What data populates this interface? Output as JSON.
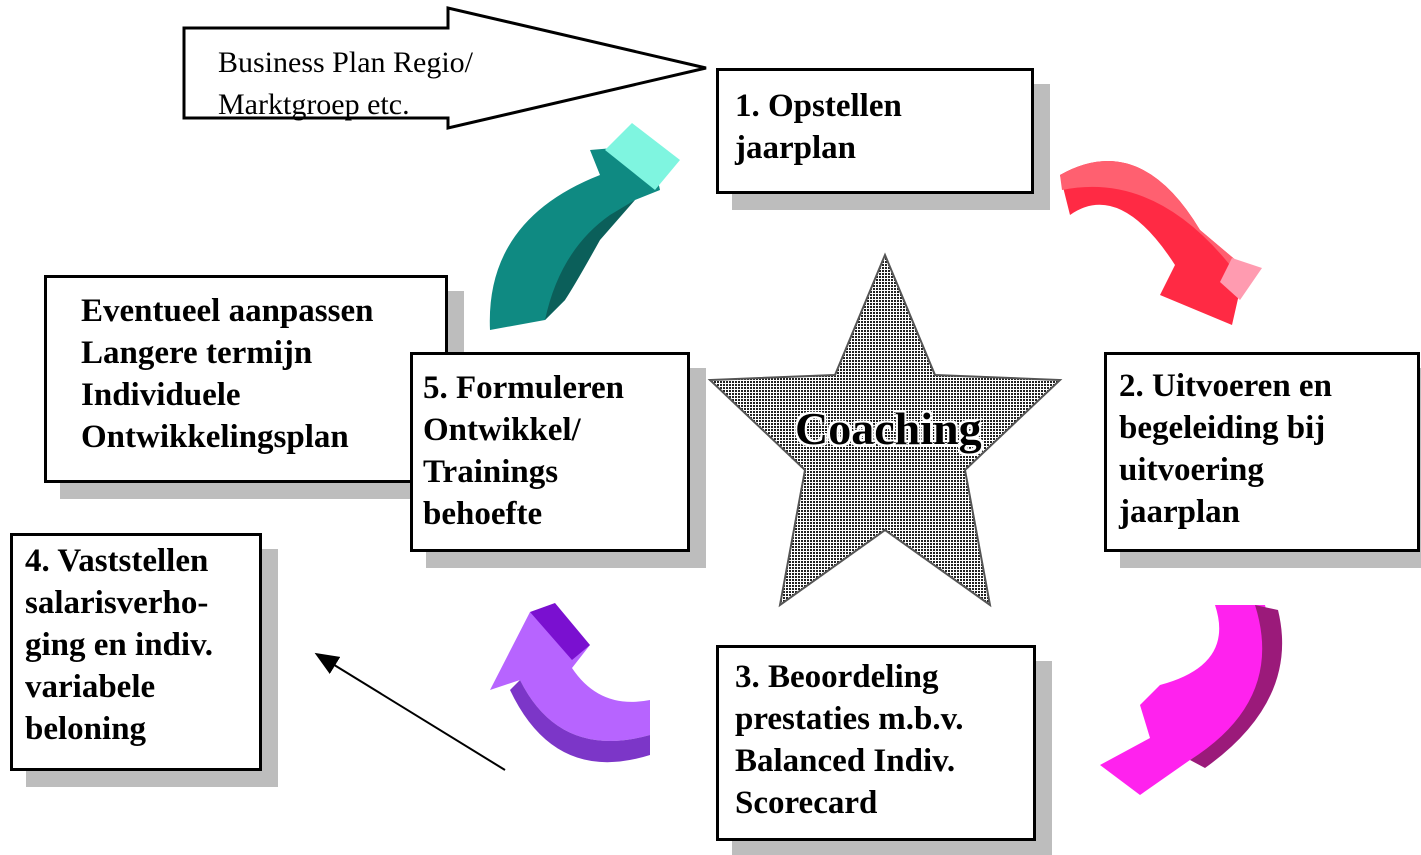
{
  "input": {
    "lines": [
      "Business Plan Regio/",
      "Marktgroep etc."
    ]
  },
  "center": {
    "label": "Coaching"
  },
  "steps": [
    {
      "lines": [
        "1. Opstellen",
        "jaarplan"
      ]
    },
    {
      "lines": [
        "2. Uitvoeren en",
        "begeleiding bij",
        "uitvoering",
        "jaarplan"
      ]
    },
    {
      "lines": [
        "3. Beoordeling",
        "prestaties m.b.v.",
        "Balanced Indiv.",
        "Scorecard"
      ]
    },
    {
      "lines": [
        "4. Vaststellen",
        "salarisverho-",
        "ging en indiv.",
        "variabele",
        "beloning"
      ]
    },
    {
      "lines": [
        "5. Formuleren",
        "Ontwikkel/",
        "Trainings",
        "behoefte"
      ]
    }
  ],
  "note": {
    "lines": [
      "Eventueel aanpassen",
      "Langere termijn",
      "Individuele",
      "Ontwikkelingsplan"
    ]
  },
  "colors": {
    "step1_to_2": "#ff1f3a",
    "step2_to_3": "#ff22ee",
    "step3_to_5": "#9b44dd",
    "step5_to_1": "#1aa99c",
    "shadow": "#bdbdbd"
  }
}
